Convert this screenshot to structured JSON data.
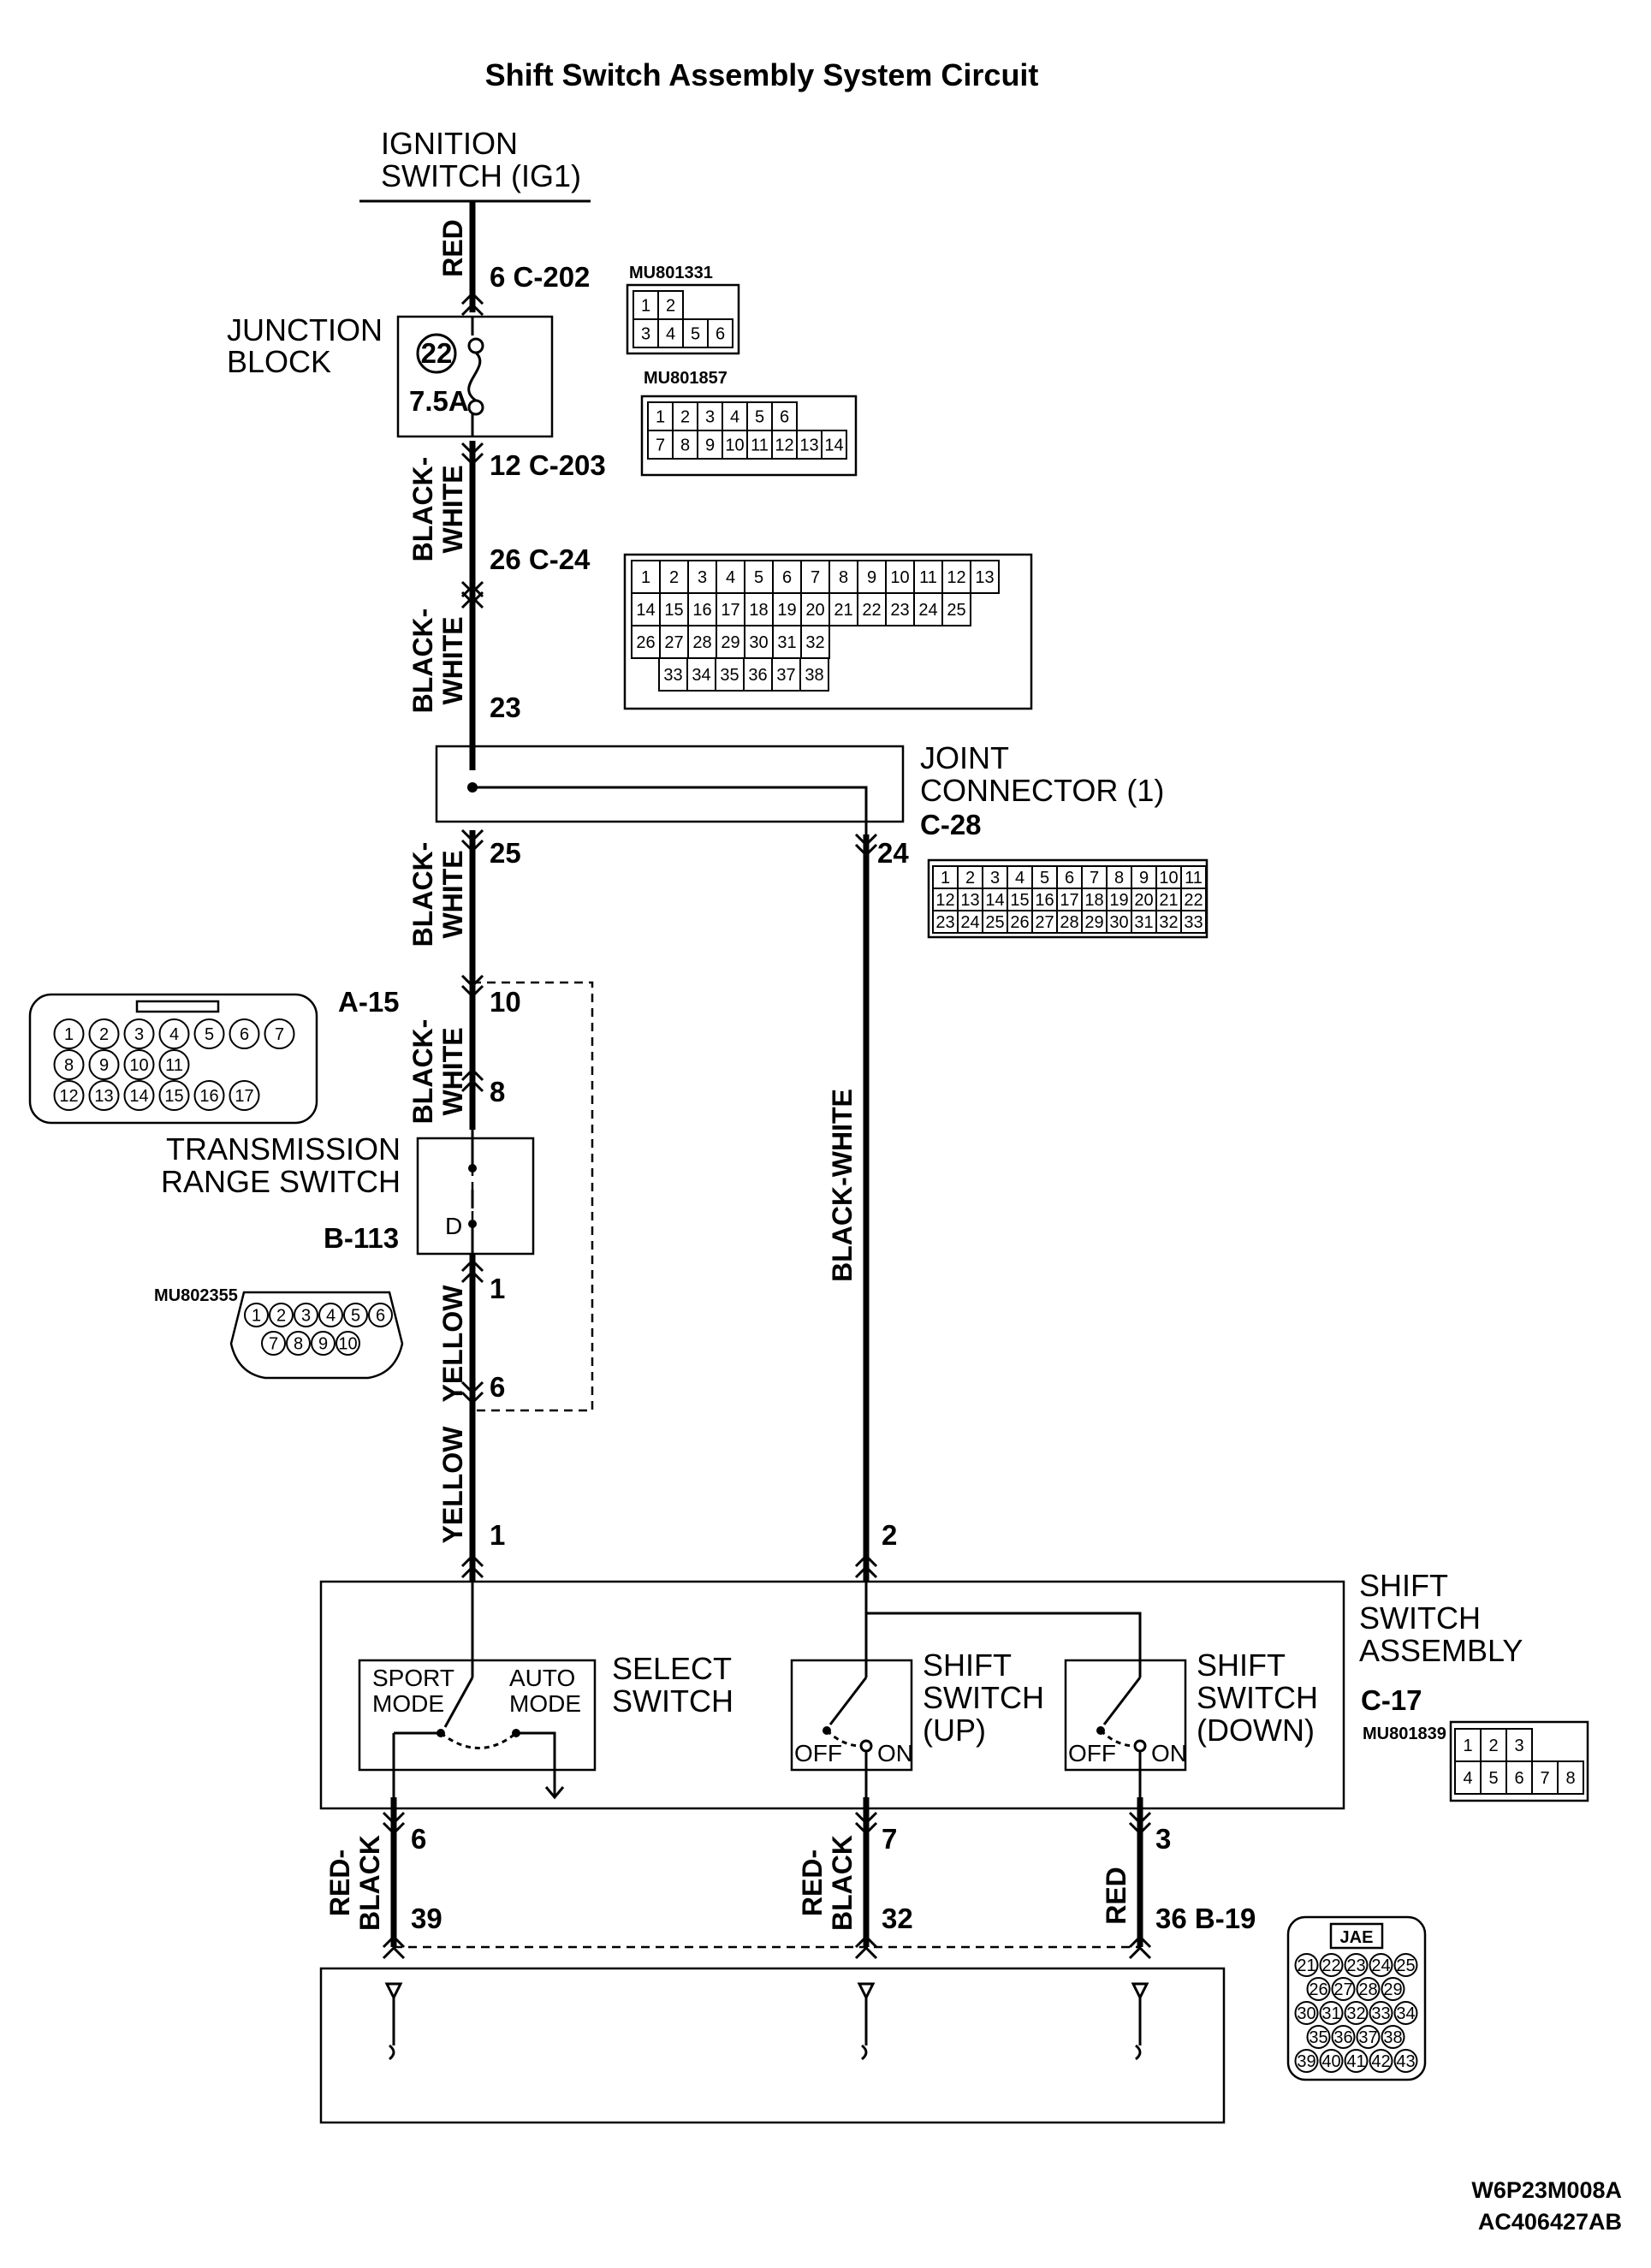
{
  "title": "Shift Switch Assembly System Circuit",
  "ignition": {
    "line1": "IGNITION",
    "line2": "SWITCH (IG1)"
  },
  "junction_block": {
    "line1": "JUNCTION",
    "line2": "BLOCK",
    "fuse_number": "22",
    "fuse_rating": "7.5A"
  },
  "joint_connector": {
    "line1": "JOINT",
    "line2": "CONNECTOR (1)"
  },
  "transmission_range_switch": {
    "line1": "TRANSMISSION",
    "line2": "RANGE SWITCH",
    "contact": "D"
  },
  "shift_switch_assembly": {
    "line1": "SHIFT",
    "line2": "SWITCH",
    "line3": "ASSEMBLY"
  },
  "select_switch": {
    "line1": "SELECT",
    "line2": "SWITCH",
    "sport1": "SPORT",
    "sport2": "MODE",
    "auto1": "AUTO",
    "auto2": "MODE"
  },
  "shift_up": {
    "line1": "SHIFT",
    "line2": "SWITCH",
    "line3": "(UP)",
    "off": "OFF",
    "on": "ON"
  },
  "shift_down": {
    "line1": "SHIFT",
    "line2": "SWITCH",
    "line3": "(DOWN)",
    "off": "OFF",
    "on": "ON"
  },
  "wire_colors": {
    "red": "RED",
    "black_white_1": "BLACK-",
    "black_white_2": "WHITE",
    "black_white": "BLACK-WHITE",
    "yellow": "YELLOW",
    "red_black_1": "RED-",
    "red_black_2": "BLACK"
  },
  "connectors": {
    "c202": "6  C-202",
    "c203": "12  C-203",
    "c24": "26  C-24",
    "p23": "23",
    "p25": "25",
    "p24": "24",
    "c28": "C-28",
    "a15": "A-15",
    "p10": "10",
    "p8": "8",
    "b113": "B-113",
    "p1a": "1",
    "p6a": "6",
    "p1b": "1",
    "p2": "2",
    "c17": "C-17",
    "p6b": "6",
    "p7": "7",
    "p3": "3",
    "p39": "39",
    "p32": "32",
    "b19": "36  B-19"
  },
  "part_codes": {
    "mu801331": "MU801331",
    "mu801857": "MU801857",
    "mu802355": "MU802355",
    "mu801839": "MU801839",
    "jae": "JAE"
  },
  "connector_faces": {
    "c202_pins": [
      "1",
      "2",
      "3",
      "4",
      "5",
      "6"
    ],
    "c203_pins": [
      "1",
      "2",
      "3",
      "4",
      "5",
      "6",
      "7",
      "8",
      "9",
      "10",
      "11",
      "12",
      "13",
      "14"
    ],
    "c24_pins": [
      "1",
      "2",
      "3",
      "4",
      "5",
      "6",
      "7",
      "8",
      "9",
      "10",
      "11",
      "12",
      "13",
      "14",
      "15",
      "16",
      "17",
      "18",
      "19",
      "20",
      "21",
      "22",
      "23",
      "24",
      "25",
      "26",
      "27",
      "28",
      "29",
      "30",
      "31",
      "32",
      "33",
      "34",
      "35",
      "36",
      "37",
      "38"
    ],
    "c28_pins": [
      "1",
      "2",
      "3",
      "4",
      "5",
      "6",
      "7",
      "8",
      "9",
      "10",
      "11",
      "12",
      "13",
      "14",
      "15",
      "16",
      "17",
      "18",
      "19",
      "20",
      "21",
      "22",
      "23",
      "24",
      "25",
      "26",
      "27",
      "28",
      "29",
      "30",
      "31",
      "32",
      "33"
    ],
    "a15_pins": [
      "1",
      "2",
      "3",
      "4",
      "5",
      "6",
      "7",
      "8",
      "9",
      "10",
      "11",
      "12",
      "13",
      "14",
      "15",
      "16",
      "17"
    ],
    "b113_pins": [
      "1",
      "2",
      "3",
      "4",
      "5",
      "6",
      "7",
      "8",
      "9",
      "10"
    ],
    "c17_pins": [
      "1",
      "2",
      "3",
      "4",
      "5",
      "6",
      "7",
      "8"
    ],
    "b19_pins": [
      "21",
      "22",
      "23",
      "24",
      "25",
      "26",
      "27",
      "28",
      "29",
      "30",
      "31",
      "32",
      "33",
      "34",
      "35",
      "36",
      "37",
      "38",
      "39",
      "40",
      "41",
      "42",
      "43"
    ]
  },
  "footer": {
    "code1": "W6P23M008A",
    "code2": "AC406427AB"
  }
}
